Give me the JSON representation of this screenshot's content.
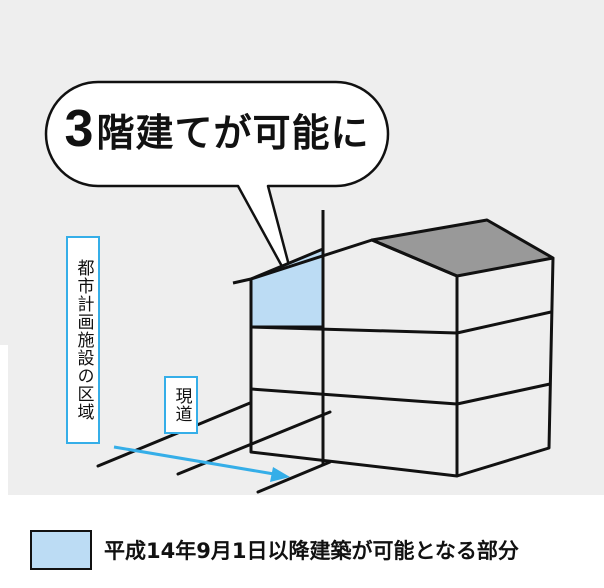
{
  "callout": {
    "number": "3",
    "text": "階建てが可能に"
  },
  "labels": {
    "district": "都市計画施設の区域",
    "road": "現道"
  },
  "legend": {
    "text": "平成14年9月1日以降建築が可能となる部分"
  },
  "colors": {
    "highlight": "#bcdcf4",
    "roof": "#999999",
    "arrow": "#35aee8",
    "label_border": "#35aee8",
    "backdrop": "#eeeeee",
    "line": "#111111"
  }
}
